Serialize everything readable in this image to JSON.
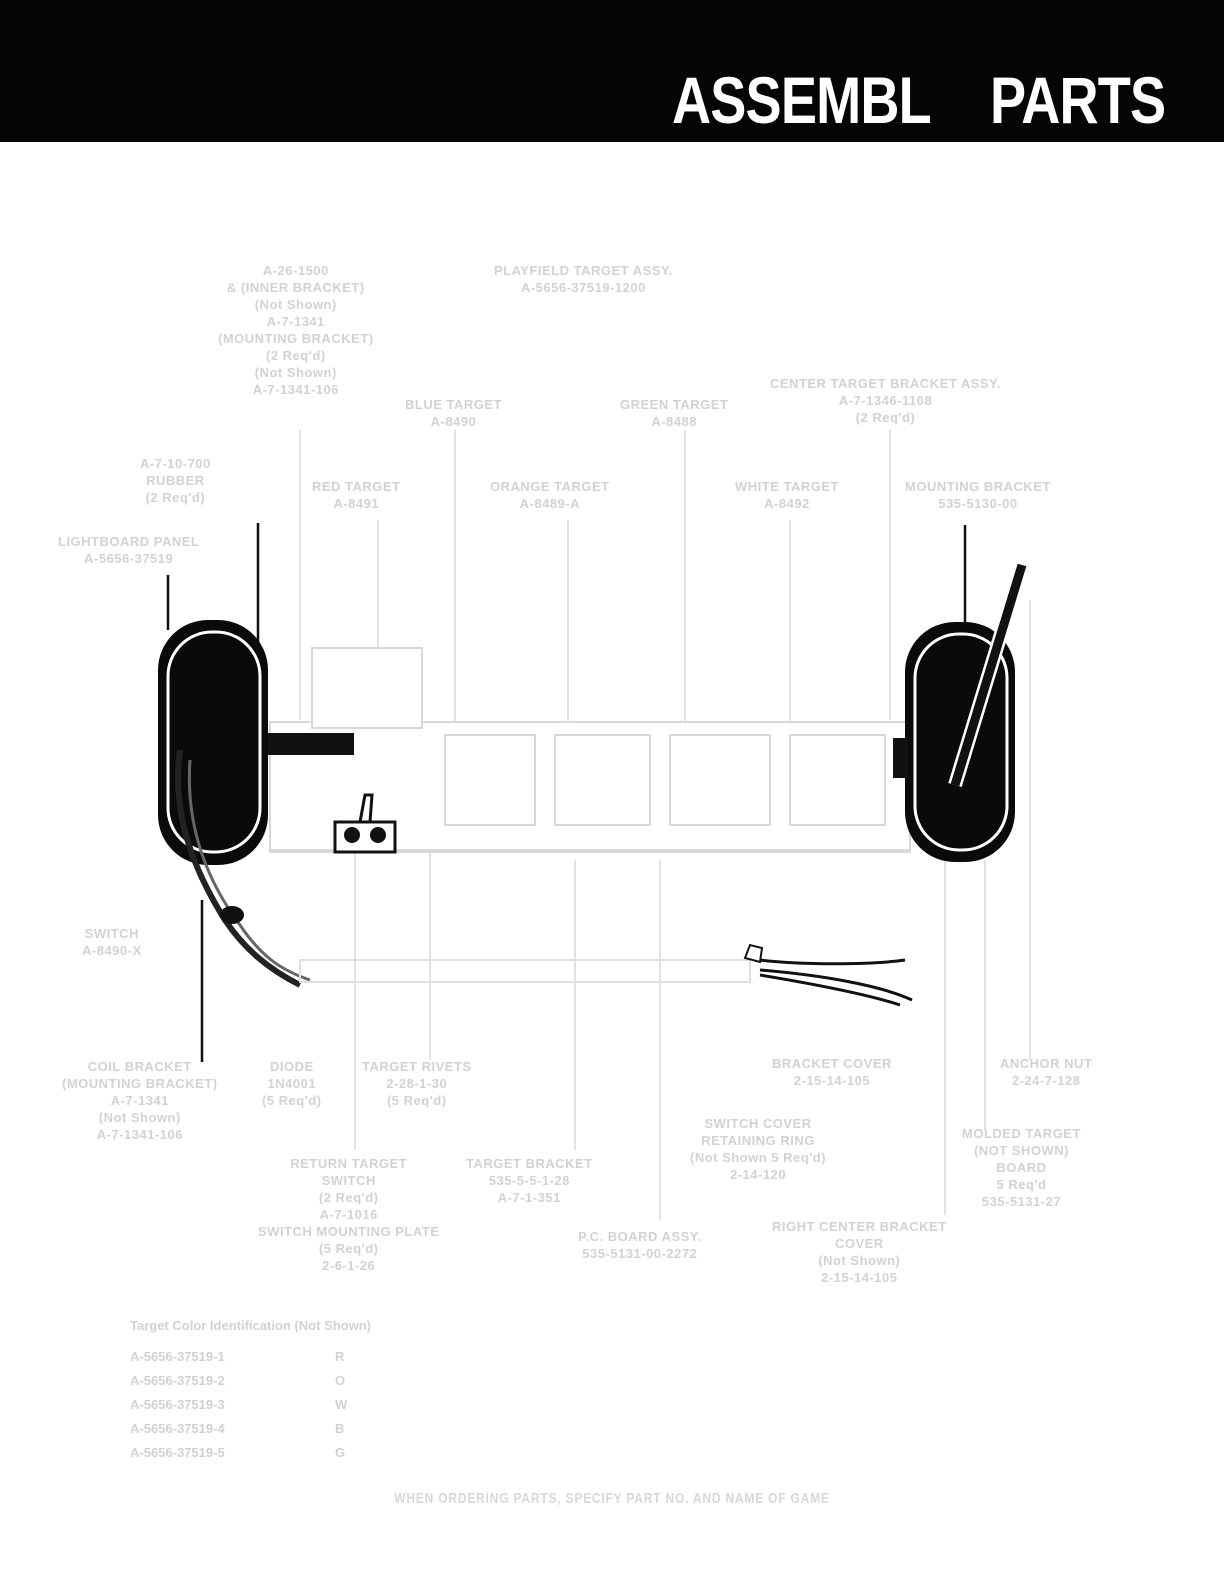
{
  "header": {
    "title_left": "ASSEMBL",
    "title_right": "PARTS"
  },
  "labels": {
    "inner_bracket": [
      "A-26-1500",
      "& (INNER BRACKET)",
      "(Not Shown)",
      "A-7-1341",
      "(MOUNTING BRACKET)",
      "(2 Req'd)",
      "(Not Shown)",
      "A-7-1341-106"
    ],
    "playfield_assy": [
      "PLAYFIELD TARGET ASSY.",
      "A-5656-37519-1200"
    ],
    "center_bracket": [
      "CENTER TARGET BRACKET ASSY.",
      "A-7-1346-1108",
      "(2 Req'd)"
    ],
    "blue_target": [
      "BLUE TARGET",
      "A-8490"
    ],
    "green_target": [
      "GREEN TARGET",
      "A-8488"
    ],
    "rubber": [
      "A-7-10-700",
      "RUBBER",
      "(2 Req'd)"
    ],
    "red_target": [
      "RED TARGET",
      "A-8491"
    ],
    "orange_target": [
      "ORANGE TARGET",
      "A-8489-A"
    ],
    "white_target": [
      "WHITE TARGET",
      "A-8492"
    ],
    "mounting_bracket": [
      "MOUNTING BRACKET",
      "535-5130-00"
    ],
    "lightboard": [
      "LIGHTBOARD PANEL",
      "A-5656-37519"
    ],
    "switch": [
      "SWITCH",
      "A-8490-X"
    ],
    "coil_bracket": [
      "COIL BRACKET",
      "(MOUNTING BRACKET)",
      "A-7-1341",
      "(Not Shown)",
      "A-7-1341-106"
    ],
    "diode": [
      "DIODE",
      "1N4001",
      "(5 Req'd)"
    ],
    "target_rivets": [
      "TARGET RIVETS",
      "2-28-1-30",
      "(5 Req'd)"
    ],
    "return_switch": [
      "RETURN TARGET",
      "SWITCH",
      "(2 Req'd)",
      "A-7-1016",
      "SWITCH MOUNTING PLATE",
      "(5 Req'd)",
      "2-6-1-26"
    ],
    "target_bracket": [
      "TARGET BRACKET",
      "535-5-5-1-28",
      "A-7-1-351"
    ],
    "bracket_cover": [
      "BRACKET COVER",
      "2-15-14-105"
    ],
    "retaining_ring": [
      "SWITCH COVER",
      "RETAINING RING",
      "(Not Shown 5 Req'd)",
      "2-14-120"
    ],
    "anchor_nut": [
      "ANCHOR NUT",
      "2-24-7-128"
    ],
    "pc_board": [
      "P.C. BOARD ASSY.",
      "535-5131-00-2272"
    ],
    "right_cover": [
      "RIGHT CENTER BRACKET",
      "COVER",
      "(Not Shown)",
      "2-15-14-105"
    ],
    "molded_target": [
      "MOLDED TARGET",
      "(NOT SHOWN)",
      "BOARD",
      "5 Req'd",
      "535-5131-27"
    ]
  },
  "legend": {
    "title": "Target Color Identification (Not Shown)",
    "rows": [
      {
        "part": "A-5656-37519-1",
        "code": "R"
      },
      {
        "part": "A-5656-37519-2",
        "code": "O"
      },
      {
        "part": "A-5656-37519-3",
        "code": "W"
      },
      {
        "part": "A-5656-37519-4",
        "code": "B"
      },
      {
        "part": "A-5656-37519-5",
        "code": "G"
      }
    ]
  },
  "footer": "WHEN ORDERING PARTS, SPECIFY PART NO. AND NAME OF GAME"
}
